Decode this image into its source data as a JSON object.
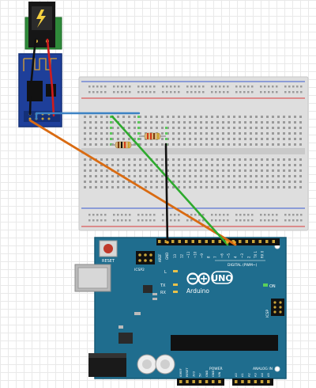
{
  "board": {
    "reset_label": "RESET",
    "icsp2_label": "ICSP2",
    "icsp_label": "ICSP",
    "aref_label": "AREF",
    "gnd_label": "GND",
    "digital_label": "DIGITAL (PWM~)",
    "l_label": "L",
    "tx_label": "TX",
    "rx_label": "RX",
    "on_label": "ON",
    "brand_label": "Arduino",
    "model_label": "UNO",
    "power_label": "POWER",
    "analog_label": "ANALOG IN",
    "digital_pins": [
      "13",
      "12",
      "~11",
      "~10",
      "~9",
      "8",
      "7",
      "~6",
      "~5",
      "4",
      "~3",
      "2",
      "TX 1",
      "RX 0"
    ],
    "power_pins": [
      "IOREF",
      "RESET",
      "3V3",
      "5V",
      "GND",
      "GND",
      "VIN"
    ],
    "analog_pins": [
      "A0",
      "A1",
      "A2",
      "A3",
      "A4",
      "A5"
    ]
  },
  "colors": {
    "board": "#1f6d8e",
    "board_edge": "#175a76",
    "wire_blue": "#3b82c4",
    "wire_green": "#2eaa2e",
    "wire_black": "#111111",
    "wire_orange": "#d96b12",
    "wire_red": "#d01c1c",
    "esp_blue": "#1e3f9a",
    "pcb_green": "#2f8a3a"
  },
  "icons": [
    "dc-jack-icon",
    "esp-module-icon",
    "resistor-icon",
    "breadboard-icon",
    "arduino-uno-icon",
    "usb-port-icon",
    "reset-button-icon",
    "capacitor-icon",
    "infinity-logo-icon"
  ]
}
